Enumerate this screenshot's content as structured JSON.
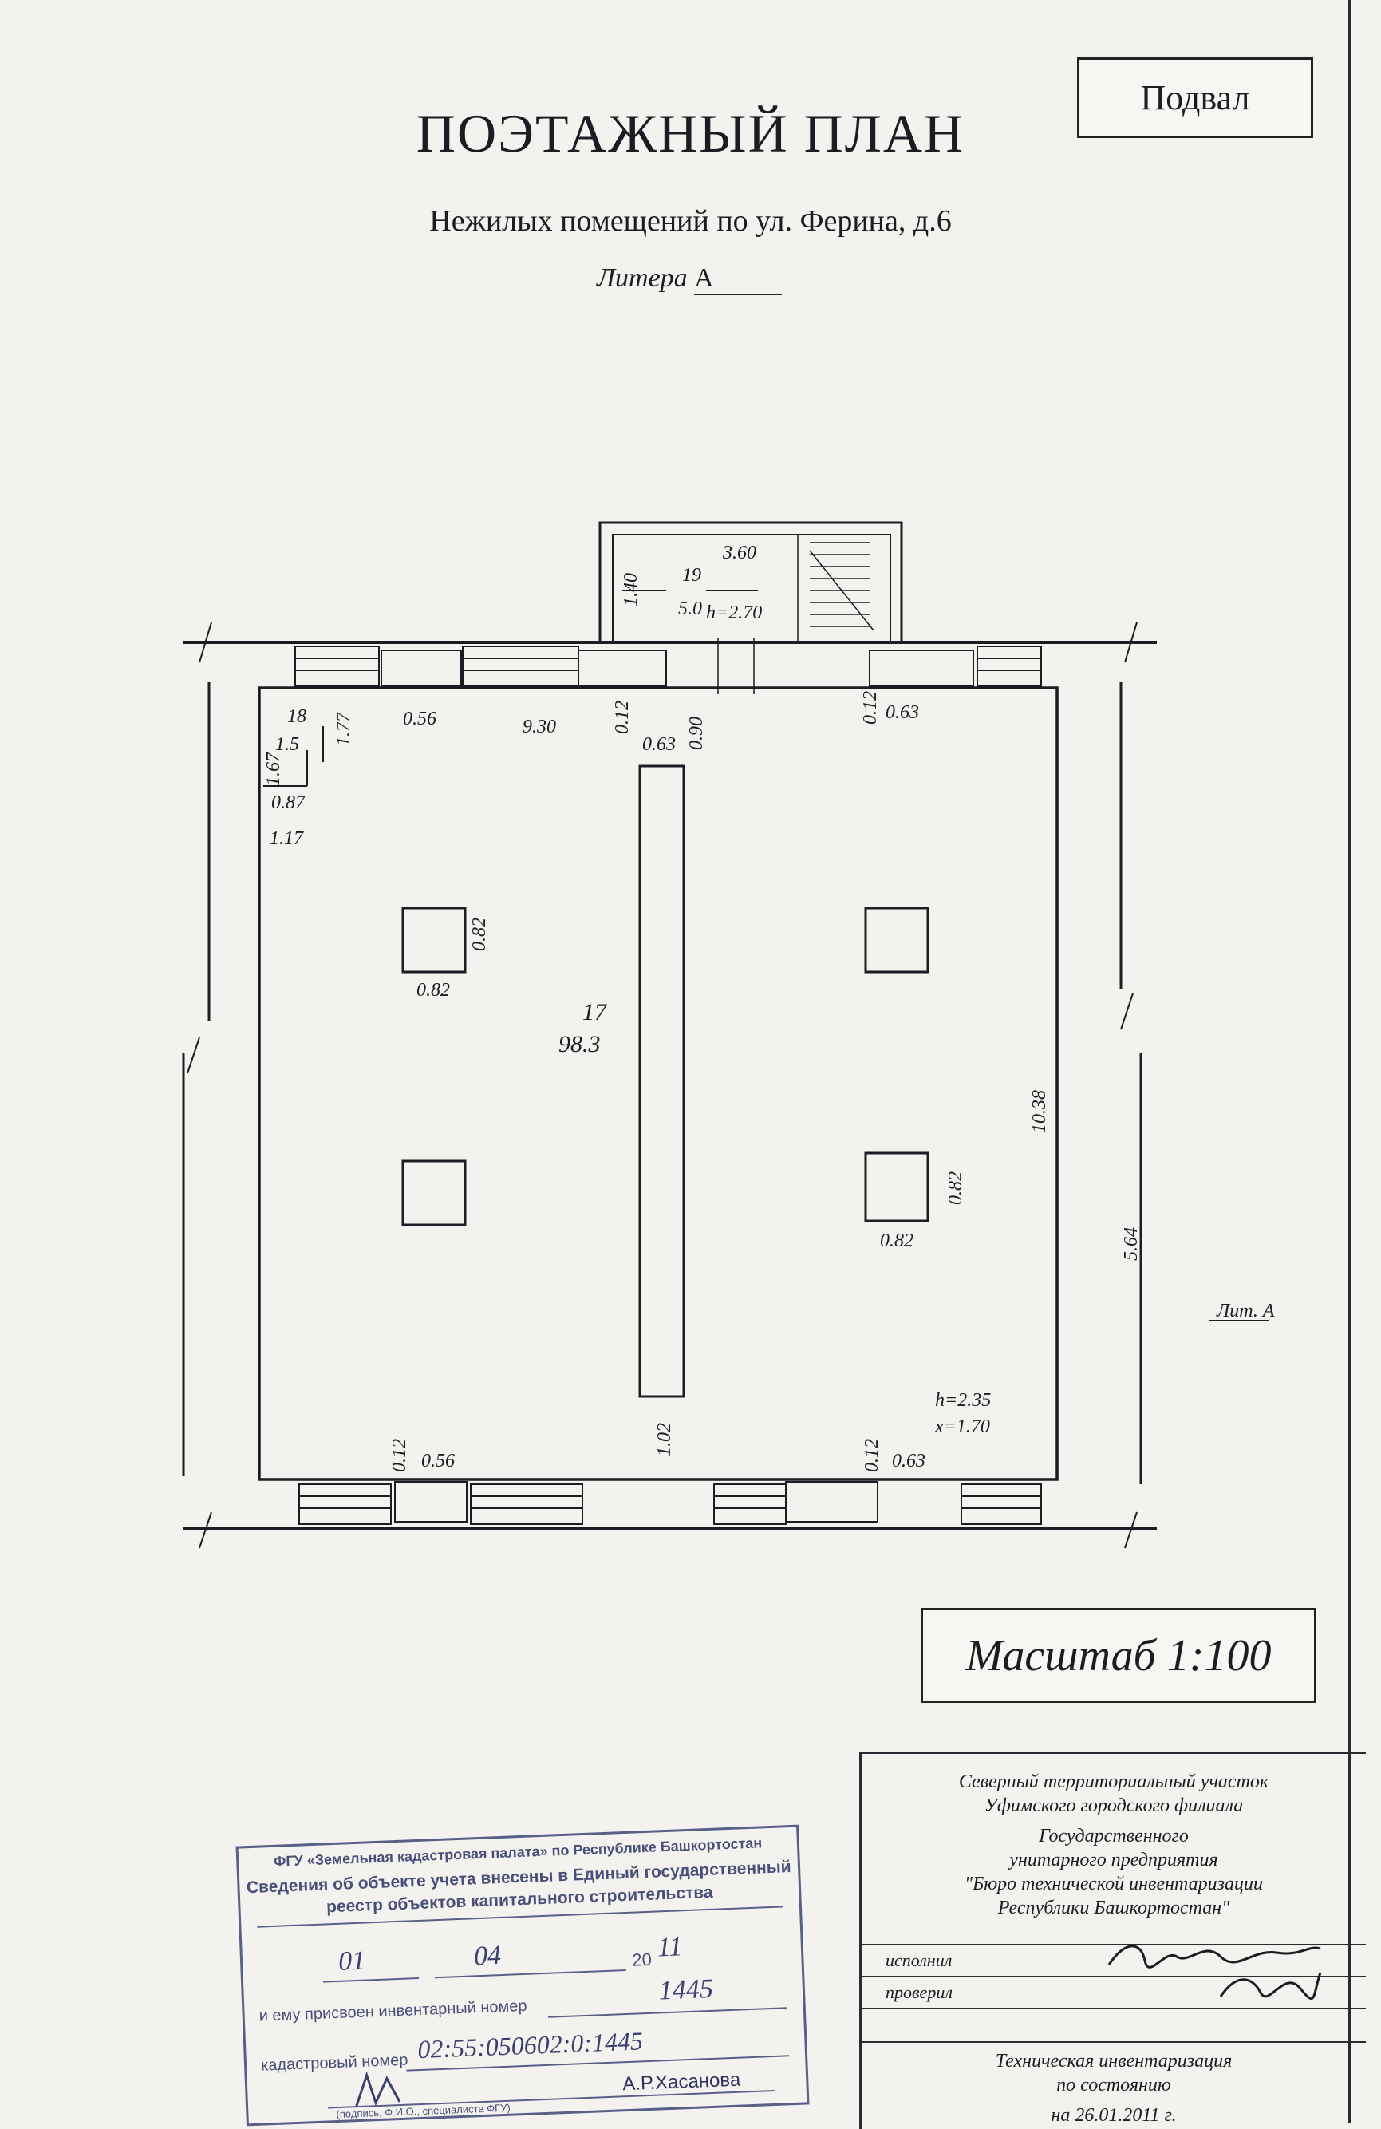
{
  "header": {
    "floor_label": "Подвал",
    "title": "ПОЭТАЖНЫЙ ПЛАН",
    "subtitle": "Нежилых помещений по ул. Ферина, д.6",
    "litera_label": "Литера",
    "litera_value": "А"
  },
  "plan": {
    "stair_room_number": "19",
    "stair_room_area": "5.0",
    "stair_height": "h=2.70",
    "stair_width": "3.60",
    "stair_depth": "1.40",
    "small_room_number": "18",
    "small_room_area": "1.5",
    "small_room_dim_1": "1.77",
    "small_room_dim_2": "1.67",
    "small_room_dim_3": "0.87",
    "small_room_dim_4": "1.17",
    "main_room_number": "17",
    "main_room_area": "98.3",
    "length_top": "9.30",
    "window_width_top_left": "0.56",
    "window_width_top_right": "0.63",
    "wall_thickness_1": "0.12",
    "wall_thickness_2": "0.12",
    "beam_width": "0.63",
    "door_width": "0.90",
    "column_w_tl": "0.82",
    "column_h_tl": "0.82",
    "column_w_br": "0.82",
    "column_h_br": "0.82",
    "room_length_right": "10.38",
    "outer_length_right": "5.64",
    "lit_label": "Лит. А",
    "beam_gap": "1.02",
    "window_width_bottom_left": "0.56",
    "window_width_bottom_right": "0.63",
    "wall_thickness_3": "0.12",
    "wall_thickness_4": "0.12",
    "room_height": "h=2.35",
    "room_x": "x=1.70"
  },
  "scale": {
    "text": "Масштаб 1:100"
  },
  "bti": {
    "lines": [
      "Северный территориальный участок",
      "Уфимского городского филиала",
      "Государственного",
      "унитарного предприятия",
      "\"Бюро технической инвентаризации",
      "Республики Башкортостан\""
    ],
    "executed_label": "исполнил",
    "checked_label": "проверил",
    "inventory_title": "Техническая инвентаризация",
    "inventory_state": "по состоянию",
    "inventory_date": "на 26.01.2011 г."
  },
  "stamp": {
    "line1": "ФГУ «Земельная кадастровая палата» по Республике Башкортостан",
    "line2": "Сведения об объекте учета внесены в Единый государственный",
    "line3": "реестр объектов капитального строительства",
    "date_day": "01",
    "date_month": "04",
    "date_year_prefix": "20",
    "date_year": "11",
    "inventory_label": "и ему присвоен инвентарный номер",
    "inventory_number": "1445",
    "cadastral_label": "кадастровый номер",
    "cadastral_number": "02:55:050602:0:1445",
    "official_name": "А.Р.Хасанова",
    "footer": "(подпись, Ф.И.О., специалиста ФГУ)"
  },
  "colors": {
    "paper": "#f3f2ee",
    "ink": "#1c1c22",
    "stamp_ink": "#4a4f7a"
  }
}
